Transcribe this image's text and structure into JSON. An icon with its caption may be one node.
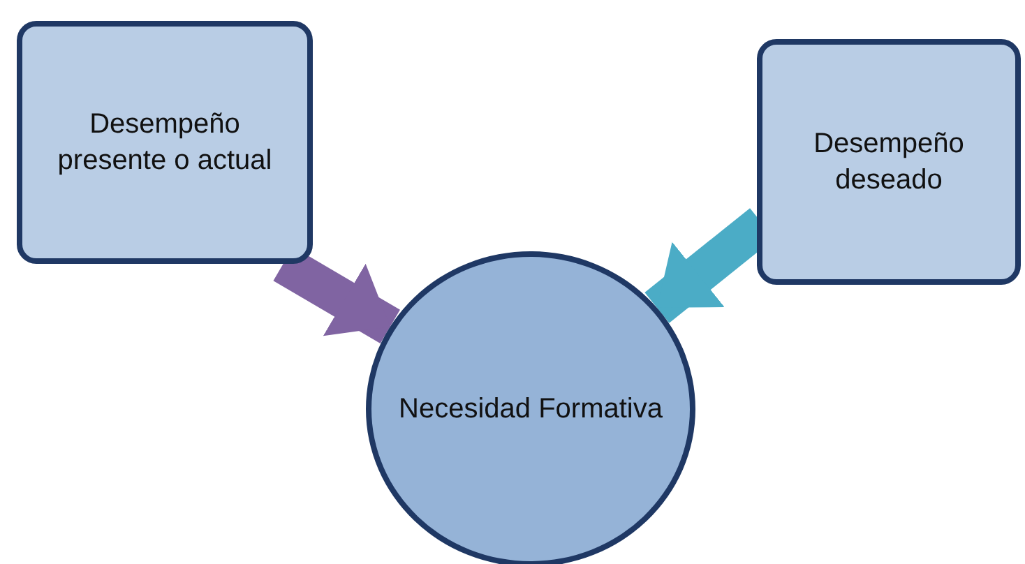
{
  "diagram": {
    "nodes": [
      {
        "text": [
          "Desempeño presente o actual"
        ]
      },
      {
        "text": [
          "Desempeño deseado"
        ]
      },
      {
        "text": [
          "Necesidad Formativa"
        ]
      }
    ],
    "edges": [
      {
        "from": 0,
        "to": 2,
        "arrow": "to",
        "color": "#8064a2"
      },
      {
        "from": 1,
        "to": 2,
        "arrow": "to",
        "color": "#4bacc6"
      }
    ]
  }
}
